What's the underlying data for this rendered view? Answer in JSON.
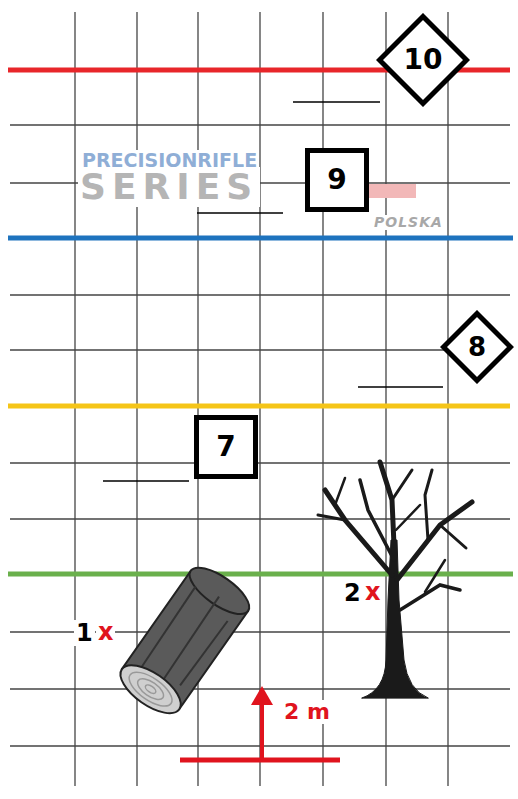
{
  "diagram": {
    "nodes": [
      {
        "text": [
          "10"
        ]
      },
      {
        "text": [
          "9"
        ]
      },
      {
        "text": [
          "8"
        ]
      },
      {
        "text": [
          "7"
        ]
      }
    ],
    "labels": [
      "PRECISIONRIFLE",
      "SERIES",
      "POLSKA",
      "1",
      "x",
      "2",
      "x",
      "2 m"
    ]
  }
}
